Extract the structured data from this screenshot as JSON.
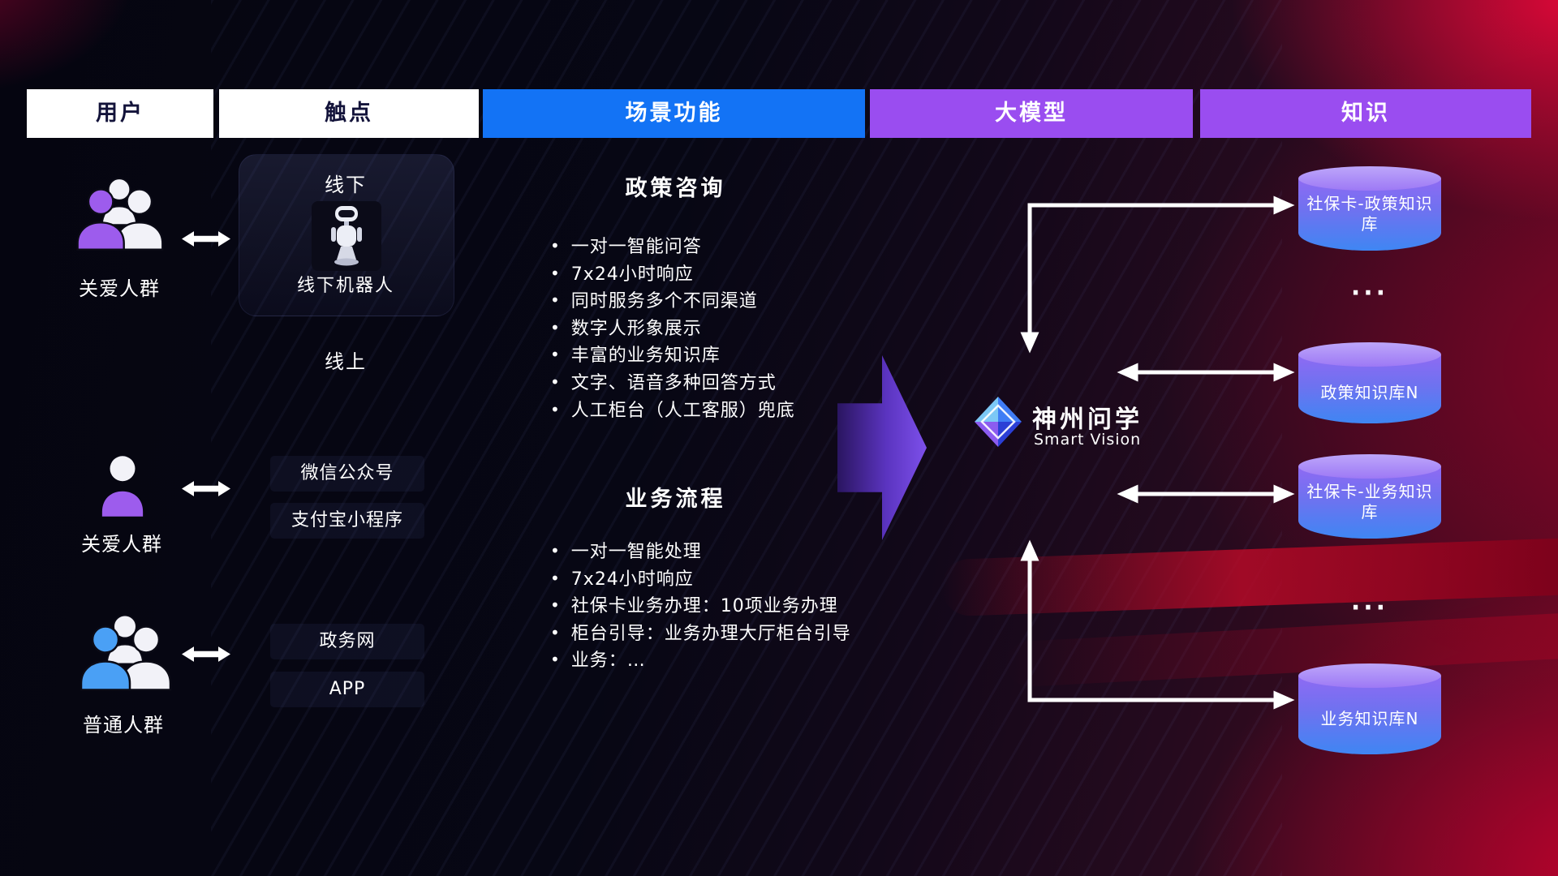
{
  "header": {
    "columns": [
      {
        "label": "用户"
      },
      {
        "label": "触点"
      },
      {
        "label": "场景功能"
      },
      {
        "label": "大模型"
      },
      {
        "label": "知识"
      }
    ]
  },
  "users": [
    {
      "label": "关爱人群"
    },
    {
      "label": "关爱人群"
    },
    {
      "label": "普通人群"
    }
  ],
  "touchpoints": {
    "offline_title": "线下",
    "offline_robot": "线下机器人",
    "online_title": "线上",
    "channels": [
      "微信公众号",
      "支付宝小程序",
      "政务网",
      "APP"
    ]
  },
  "scenarios": [
    {
      "title": "政策咨询",
      "items": [
        "一对一智能问答",
        "7x24小时响应",
        "同时服务多个不同渠道",
        "数字人形象展示",
        "丰富的业务知识库",
        "文字、语音多种回答方式",
        "人工柜台（人工客服）兜底"
      ]
    },
    {
      "title": "业务流程",
      "items": [
        "一对一智能处理",
        "7x24小时响应",
        "社保卡业务办理：10项业务办理",
        "柜台引导：业务办理大厅柜台引导",
        "业务：…"
      ]
    }
  ],
  "model": {
    "name": "神州问学",
    "subtitle": "Smart Vision"
  },
  "knowledge": {
    "databases": [
      "社保卡-政策知识库",
      "政策知识库N",
      "社保卡-业务知识库",
      "业务知识库N"
    ],
    "ellipsis": "···"
  },
  "colors": {
    "header_blue": "#1373f5",
    "header_purple": "#9a4df0",
    "user_purple": "#9d5ced",
    "user_blue": "#4aa0f5",
    "cylinder_top": "#9d79f5",
    "cylinder_bottom": "#3f86f3",
    "background_red": "#c00030",
    "arrow_purple": "#7d50ea"
  }
}
